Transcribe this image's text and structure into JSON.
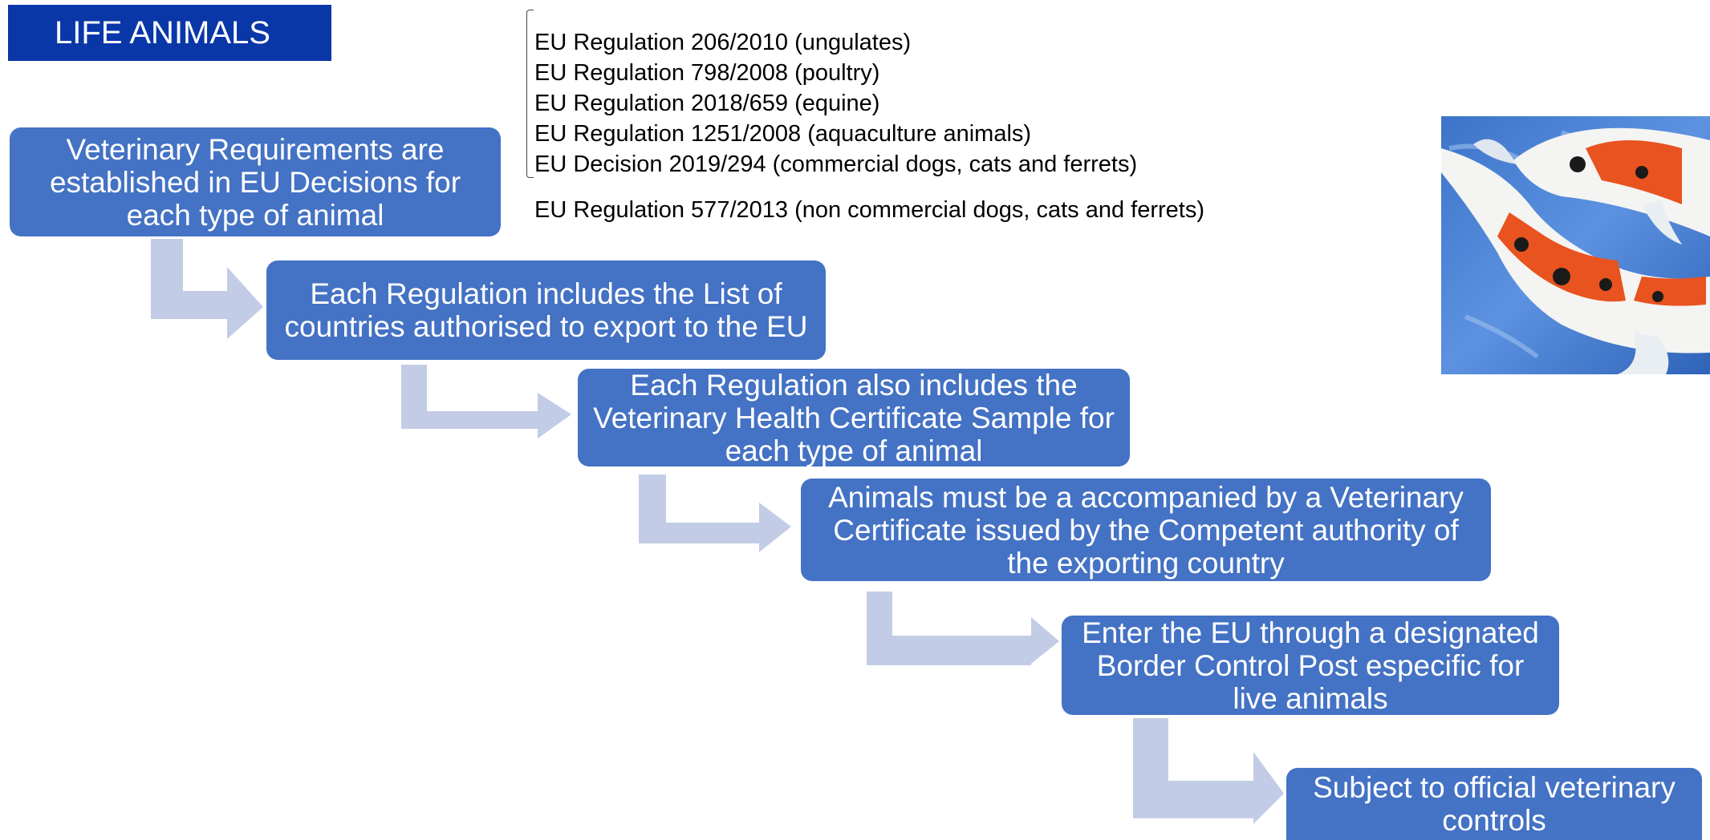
{
  "title": "LIFE ANIMALS",
  "regulations": [
    "EU Regulation 206/2010 (ungulates)",
    "EU Regulation 798/2008 (poultry)",
    "EU Regulation 2018/659 (equine)",
    "EU Regulation 1251/2008 (aquaculture animals)",
    "EU Decision 2019/294 (commercial dogs, cats and ferrets)"
  ],
  "regulation_extra": "EU Regulation 577/2013 (non commercial dogs, cats and ferrets)",
  "steps": [
    "Veterinary Requirements are established in EU Decisions for each type of animal",
    "Each Regulation includes the List of countries authorised to export to the EU",
    "Each Regulation also includes the Veterinary Health Certificate Sample for each type of animal",
    "Animals must be a accompanied by a Veterinary Certificate issued by the Competent authority of the exporting country",
    "Enter the EU through a designated Border Control Post especific for live animals",
    "Subject to official veterinary controls"
  ],
  "image": {
    "subject": "koi-fish-photo"
  },
  "colors": {
    "title_bg": "#0a37a8",
    "step_bg": "#4472c4",
    "arrow": "#c3cce6"
  }
}
